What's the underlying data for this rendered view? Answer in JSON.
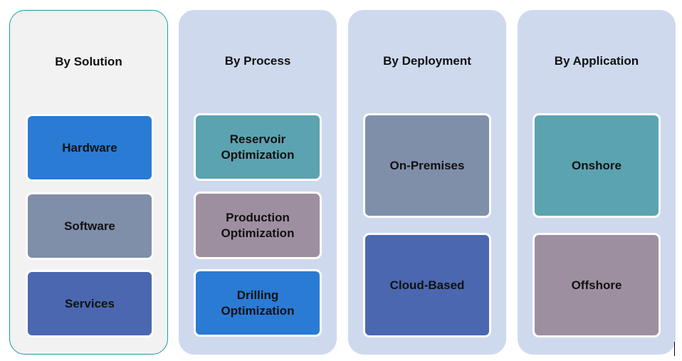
{
  "columns": [
    {
      "title": "By Solution",
      "items": [
        {
          "label": "Hardware",
          "color": "#2a7bd4"
        },
        {
          "label": "Software",
          "color": "#7f8faa"
        },
        {
          "label": "Services",
          "color": "#4a67b0"
        }
      ]
    },
    {
      "title": "By Process",
      "items": [
        {
          "label": "Reservoir\nOptimization",
          "color": "#5ba3b0"
        },
        {
          "label": "Production\nOptimization",
          "color": "#9e8fa0"
        },
        {
          "label": "Drilling\nOptimization",
          "color": "#2a7bd4"
        }
      ]
    },
    {
      "title": "By Deployment",
      "items": [
        {
          "label": "On-Premises",
          "color": "#7f8faa"
        },
        {
          "label": "Cloud-Based",
          "color": "#4a67b0"
        }
      ]
    },
    {
      "title": "By Application",
      "items": [
        {
          "label": "Onshore",
          "color": "#5ba3b0"
        },
        {
          "label": "Offshore",
          "color": "#9e8fa0"
        }
      ]
    }
  ]
}
